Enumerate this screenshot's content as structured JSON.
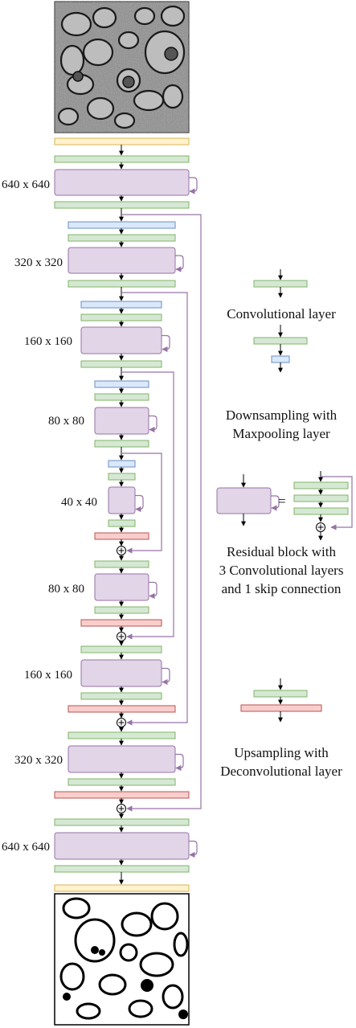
{
  "diagram": {
    "resolution_labels": {
      "enc1": "640 x 640",
      "enc2": "320 x 320",
      "enc3": "160 x 160",
      "enc4": "80 x 80",
      "bottleneck": "40 x 40",
      "dec4": "80 x 80",
      "dec3": "160 x 160",
      "dec2": "320 x 320",
      "dec1": "640 x 640"
    },
    "legend": {
      "conv": "Convolutional layer",
      "down_line1": "Downsampling with",
      "down_line2": "Maxpooling layer",
      "equals_sign": "=",
      "res_line1": "Residual block with",
      "res_line2": "3 Convolutional layers",
      "res_line3": "and 1 skip connection",
      "up_line1": "Upsampling with",
      "up_line2": "Deconvolutional layer"
    },
    "colors": {
      "conv": "#d5e8d4",
      "conv_stroke": "#82b366",
      "down": "#dae8fc",
      "down_stroke": "#6c8ebf",
      "res": "#e1d5e7",
      "res_stroke": "#9673a6",
      "up": "#f8cecc",
      "up_stroke": "#b85450",
      "io": "#fff2cc",
      "io_stroke": "#d6b656",
      "skip": "#9673a6"
    }
  }
}
